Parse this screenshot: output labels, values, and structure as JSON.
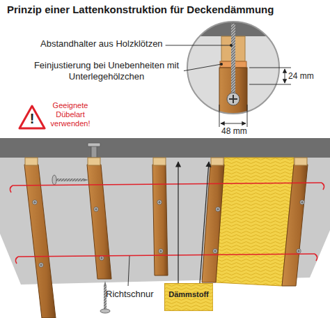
{
  "diagram": {
    "title": "Prinzip einer Lattenkonstruktion für Deckendämmung",
    "nodes": [
      {
        "text": [
          "!"
        ]
      },
      {
        "text": [
          "Dämmstoff"
        ]
      }
    ],
    "labels": [
      "Abstandhalter aus Holzklötzen",
      "Feinjustierung bei Unebenheiten mit Unterlegehölzchen",
      "24 mm",
      "48 mm",
      "Geeignete Dübelart verwenden!",
      "Richtschnur"
    ]
  }
}
